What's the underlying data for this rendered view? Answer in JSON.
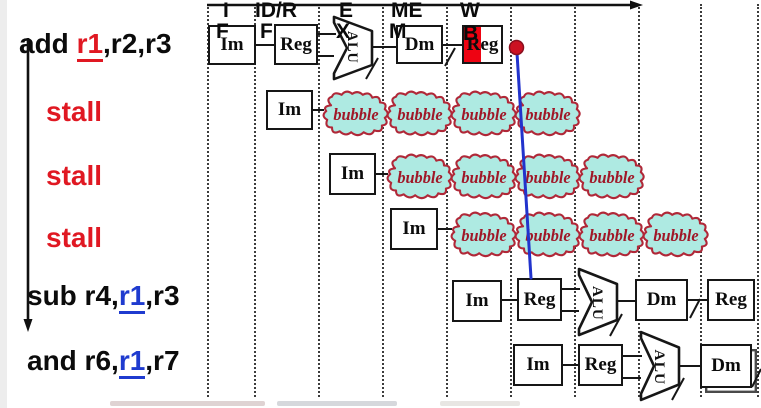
{
  "diagram": {
    "stage_headers": [
      {
        "top": "I",
        "sub": "F"
      },
      {
        "top": "ID/R",
        "sub": "F"
      },
      {
        "top": "E",
        "sub": "X"
      },
      {
        "top": "ME",
        "sub": "M"
      },
      {
        "top": "W",
        "sub": "B"
      }
    ],
    "instructions": {
      "add": {
        "pre": "add ",
        "reg": "r1",
        "post": ",r2,r3"
      },
      "stall1": "stall",
      "stall2": "stall",
      "stall3": "stall",
      "sub": {
        "pre": "sub r4,",
        "reg": "r1",
        "post": ",r3"
      },
      "and": {
        "pre": "and r6,",
        "reg": "r1",
        "post": ",r7"
      }
    },
    "units": {
      "im": "Im",
      "reg": "Reg",
      "alu": "ALU",
      "dm": "Dm"
    },
    "bubble_label": "bubble"
  },
  "colors": {
    "stall_text": "#e01822",
    "add_reg": "#e01822",
    "dep_reg": "#1f3bcf",
    "bubble_fill": "#aeeae2",
    "bubble_border": "#b02838",
    "bubble_text": "#a01828",
    "wb_highlight": "#ee0312",
    "dep_line": "#2233cc",
    "dep_dot": "#cc1122"
  }
}
